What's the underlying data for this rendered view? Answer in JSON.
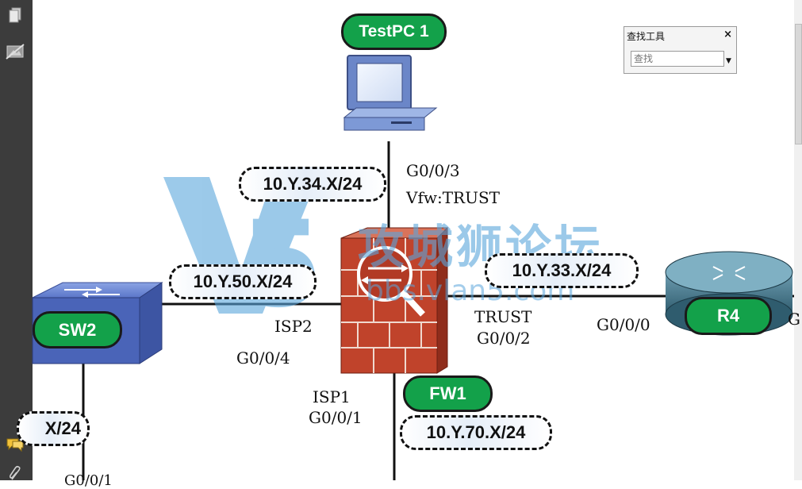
{
  "devices": {
    "testpc": "TestPC 1",
    "sw2": "SW2",
    "r4": "R4",
    "fw1": "FW1"
  },
  "subnets": {
    "s34": "10.Y.34.X/24",
    "s50": "10.Y.50.X/24",
    "s33": "10.Y.33.X/24",
    "s70": "10.Y.70.X/24",
    "sleft": "X/24"
  },
  "ports": {
    "g003": "G0/0/3",
    "vfw": "Vfw:TRUST",
    "isp2": "ISP2",
    "g004": "G0/0/4",
    "trust": "TRUST",
    "g002": "G0/0/2",
    "g000": "G0/0/0",
    "isp1": "ISP1",
    "g001": "G0/0/1",
    "bottom_left": "G0/0/1",
    "right_edge": "G"
  },
  "watermark": {
    "cn": "攻城狮论坛",
    "url": "bbs.vlan5.com",
    "logo": "V5"
  },
  "find_panel": {
    "title": "查找工具",
    "close": "×",
    "placeholder": "查找",
    "dropdown": "▼"
  },
  "sidebar": {
    "icons": [
      "pages-icon",
      "no-image-icon",
      "comments-icon",
      "attachment-icon"
    ]
  },
  "colors": {
    "label_green": "#13a14a",
    "sidebar_bg": "#3c3c3c",
    "watermark_blue": "#5aa6dc",
    "firewall_red": "#c0432b"
  }
}
